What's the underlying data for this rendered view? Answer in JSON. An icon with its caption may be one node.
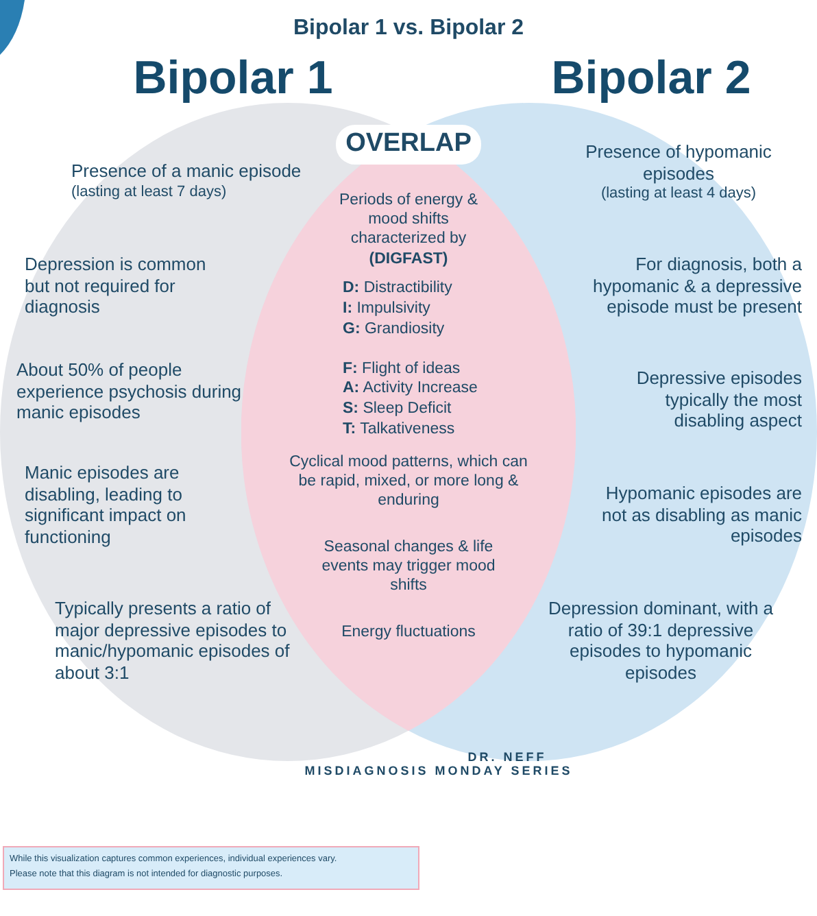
{
  "diagram": {
    "title": "Bipolar 1 vs. Bipolar 2",
    "nodes": [
      {
        "text": [
          "Bipolar 1",
          "Presence of a manic episode",
          "(lasting at least 7 days)",
          "Depression is common but not required for diagnosis",
          "About 50% of people experience psychosis during manic episodes",
          "Manic episodes are disabling, leading to significant impact on functioning",
          "Typically presents a ratio of major depressive episodes to manic/hypomanic episodes of about 3:1"
        ]
      },
      {
        "text": [
          "Bipolar 2",
          "Presence of hypomanic episodes",
          "(lasting at least 4 days)",
          "For diagnosis, both a hypomanic & a depressive episode must be present",
          "Depressive episodes typically the most disabling aspect",
          "Hypomanic episodes are not as disabling as manic episodes",
          "Depression dominant, with a ratio of 39:1 depressive episodes to hypomanic episodes"
        ]
      },
      {
        "text": [
          "OVERLAP",
          "Periods of energy & mood shifts characterized by",
          "(DIGFAST)",
          "**D:** Distractibility",
          "**I:** Impulsivity",
          "**G:** Grandiosity",
          "**F:** Flight of ideas",
          "**A:** Activity Increase",
          "**S:** Sleep Deficit",
          "**T:** Talkativeness",
          "Cyclical mood patterns, which can be rapid, mixed, or more long & enduring",
          "Seasonal changes & life events may trigger mood shifts",
          "Energy fluctuations"
        ]
      },
      {
        "text": [
          "While this visualization captures common experiences, individual experiences vary.",
          "Please note that this diagram is not intended for diagnostic purposes."
        ]
      }
    ],
    "labels": [
      "DR. NEFF",
      "MISDIAGNOSIS MONDAY SERIES"
    ]
  }
}
